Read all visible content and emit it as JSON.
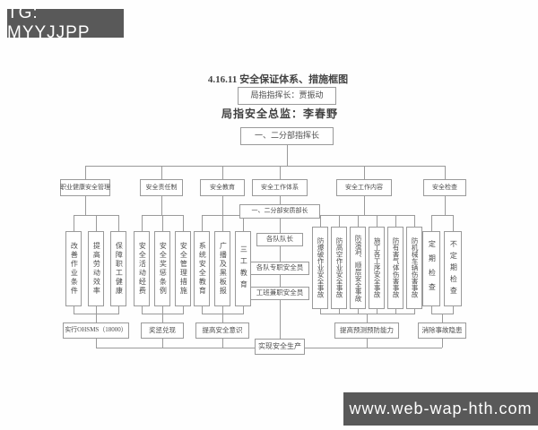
{
  "badge": {
    "text": "TG: MYYJJPP",
    "bg": "#595959"
  },
  "watermark": {
    "text": "www.web-wap-hth.com",
    "bg": "#595959"
  },
  "title": "4.16.11 安全保证体系、措施框图",
  "header": {
    "commander": "局指指挥长：贾振动",
    "director": "局指安全总监：李春野",
    "division": "一、二分部指挥长"
  },
  "branches": [
    {
      "label": "职业健康安全管理",
      "items": [
        "改善作业条件",
        "提高劳动效率",
        "保障职工健康"
      ],
      "result": "实行OHSMS（18000）"
    },
    {
      "label": "安全责任制",
      "items": [
        "安全活动经费",
        "安全奖惩条例",
        "安全管理措施"
      ],
      "result": "奖惩兑现"
    },
    {
      "label": "安全教育",
      "items": [
        "系统安全教育",
        "广播及黑板报",
        "三工教育"
      ],
      "result": "提高安全意识"
    },
    {
      "label": "安全工作体系",
      "sub": "一、二分部安质部长",
      "items": [
        "各队队长",
        "各队专职安全员",
        "工班兼职安全员"
      ]
    },
    {
      "label": "安全工作内容",
      "items": [
        "防爆破作业安全事故",
        "防高空作业安全事故",
        "防溶洞、顺层安全事故",
        "施工各工序安全事故",
        "防有害气体伤害事故",
        "防机械车辆伤害事故"
      ],
      "result": "提高预测预防能力"
    },
    {
      "label": "安全检查",
      "items": [
        "定期检查",
        "不定期检查"
      ],
      "result": "消除事故隐患"
    }
  ],
  "final_goal": "实现安全生产",
  "colors": {
    "line": "#9a9a9a",
    "text": "#4d4d4d"
  }
}
